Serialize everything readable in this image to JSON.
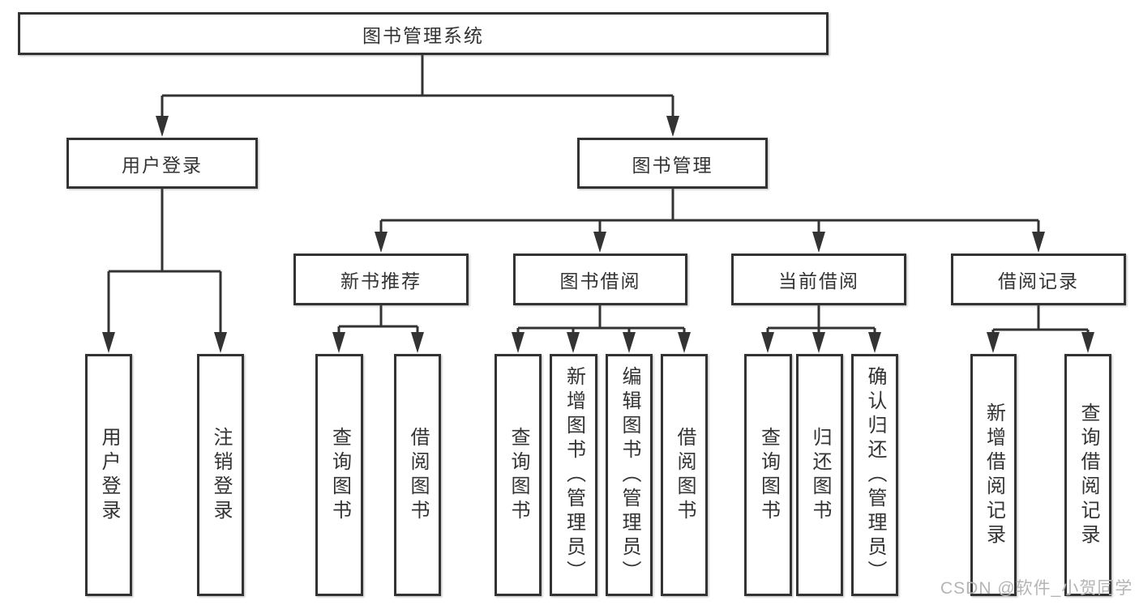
{
  "diagram_title": "图书管理系统",
  "tree": {
    "root": {
      "label": "图书管理系统"
    },
    "branches": [
      {
        "label": "用户登录",
        "children": [
          {
            "label": "用户登录"
          },
          {
            "label": "注销登录"
          }
        ]
      },
      {
        "label": "图书管理",
        "children": [
          {
            "label": "新书推荐",
            "children": [
              {
                "label": "查询图书"
              },
              {
                "label": "借阅图书"
              }
            ]
          },
          {
            "label": "图书借阅",
            "children": [
              {
                "label": "查询图书"
              },
              {
                "label": "新增图书（管理员）"
              },
              {
                "label": "编辑图书（管理员）"
              },
              {
                "label": "借阅图书"
              }
            ]
          },
          {
            "label": "当前借阅",
            "children": [
              {
                "label": "查询图书"
              },
              {
                "label": "归还图书"
              },
              {
                "label": "确认归还（管理员）"
              }
            ]
          },
          {
            "label": "借阅记录",
            "children": [
              {
                "label": "新增借阅记录"
              },
              {
                "label": "查询借阅记录"
              }
            ]
          }
        ]
      }
    ]
  },
  "watermark": {
    "text": "CSDN @软件_小贺同学"
  },
  "colors": {
    "background": "#ffffff",
    "line": "#333333",
    "text": "#333333",
    "watermark": "#b5b5b5"
  }
}
